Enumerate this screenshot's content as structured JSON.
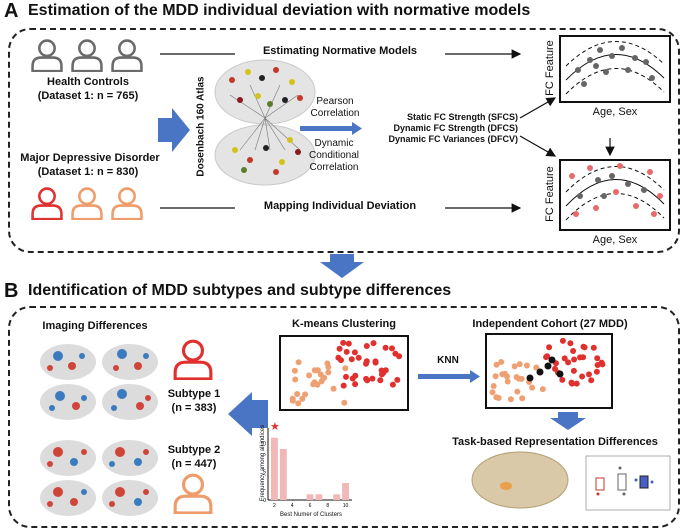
{
  "panel_a": {
    "letter": "A",
    "title": "Estimation of the MDD individual deviation with normative models",
    "hc_label": "Health Controls",
    "hc_dataset": "(Dataset 1: n = 765)",
    "mdd_label": "Major Depressive Disorder",
    "mdd_dataset": "(Dataset 1: n = 830)",
    "atlas_label": "Dosenbach 160 Atlas",
    "pearson": [
      "Pearson",
      "Correlation"
    ],
    "dcc": [
      "Dynamic",
      "Conditional",
      "Correlation"
    ],
    "features": [
      "Static FC Strength (SFCS)",
      "Dynamic FC Strength (DFCS)",
      "Dynamic FC Variances (DFCV)"
    ],
    "estimating": "Estimating Normative Models",
    "mapping": "Mapping Individual Deviation",
    "plot_ylabel": "FC Feature",
    "plot_xlabel": "Age, Sex"
  },
  "panel_b": {
    "letter": "B",
    "title": "Identification of MDD subtypes and subtype differences",
    "imaging": "Imaging Differences",
    "kmeans": "K-means Clustering",
    "independent": "Independent Cohort (27 MDD)",
    "knn": "KNN",
    "task": "Task-based Representation Differences",
    "subtype1": "Subtype 1",
    "subtype1_n": "(n = 383)",
    "subtype2": "Subtype 2",
    "subtype2_n": "(n = 447)",
    "hist_ylabel": "Frequency among all indices",
    "hist_xlabel": "Best Numer of Clusters",
    "hist_star": "★"
  },
  "colors": {
    "hc": "#6b6b6b",
    "mdd_red": "#e0312f",
    "mdd_orange": "#ef9c6b",
    "arrow_blue": "#4a74c4",
    "hist_bar": "#f2b8b8"
  },
  "chart_data": {
    "type": "bar",
    "categories": [
      "2",
      "3",
      "4",
      "5",
      "6",
      "7",
      "8",
      "9",
      "10"
    ],
    "values": [
      11,
      9,
      0,
      0,
      1,
      1,
      0,
      1,
      3
    ],
    "xticks": [
      "2",
      "4",
      "6",
      "8",
      "10"
    ],
    "yticks": [
      "0",
      "5",
      "10"
    ],
    "xlabel": "Best Numer of Clusters",
    "ylabel": "Frequency among all indices",
    "ylim": [
      0,
      12
    ]
  }
}
